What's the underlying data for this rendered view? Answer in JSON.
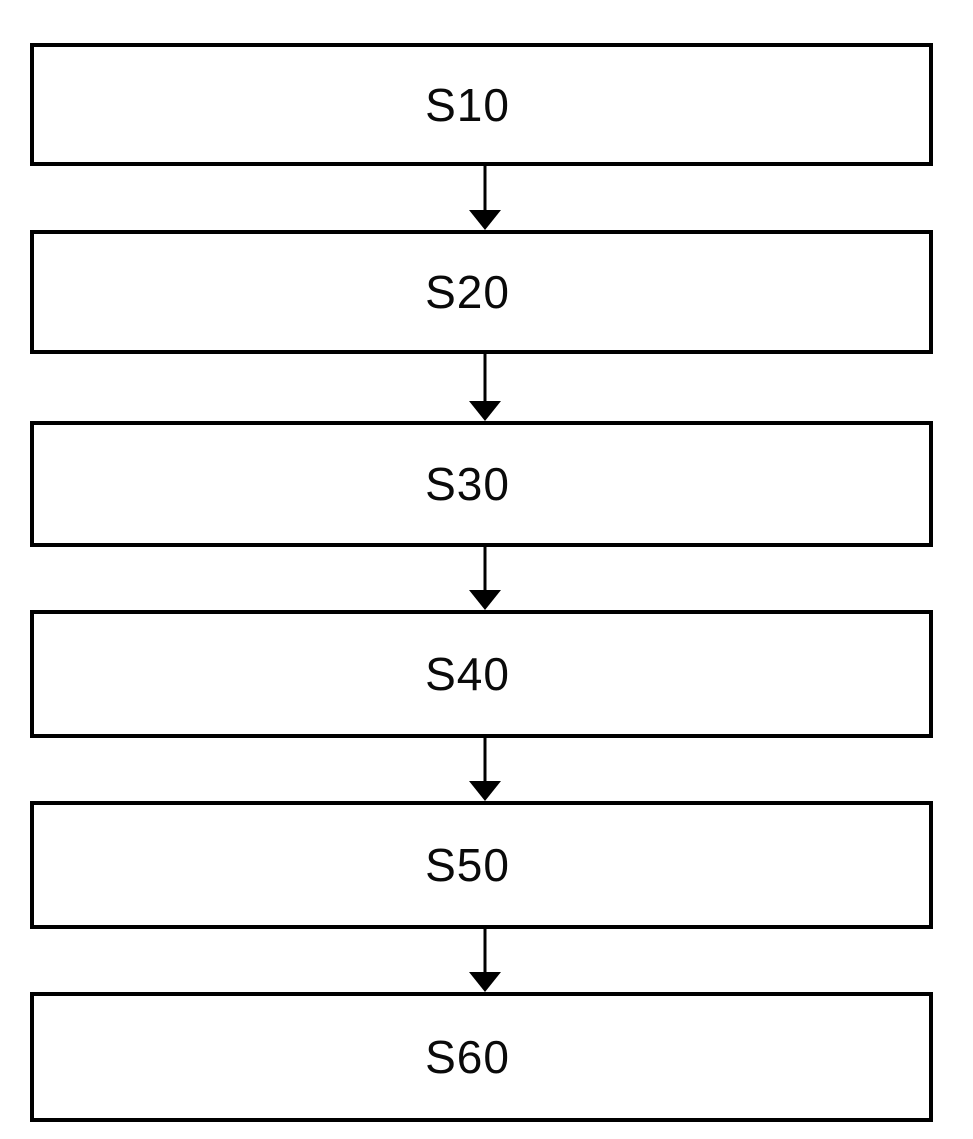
{
  "figure": {
    "type": "flowchart",
    "direction": "top-down",
    "background_color": "#ffffff",
    "line_color": "#000000",
    "connector_style": "down-arrow",
    "steps": [
      {
        "label": "S10"
      },
      {
        "label": "S20"
      },
      {
        "label": "S30"
      },
      {
        "label": "S40"
      },
      {
        "label": "S50"
      },
      {
        "label": "S60"
      }
    ]
  }
}
